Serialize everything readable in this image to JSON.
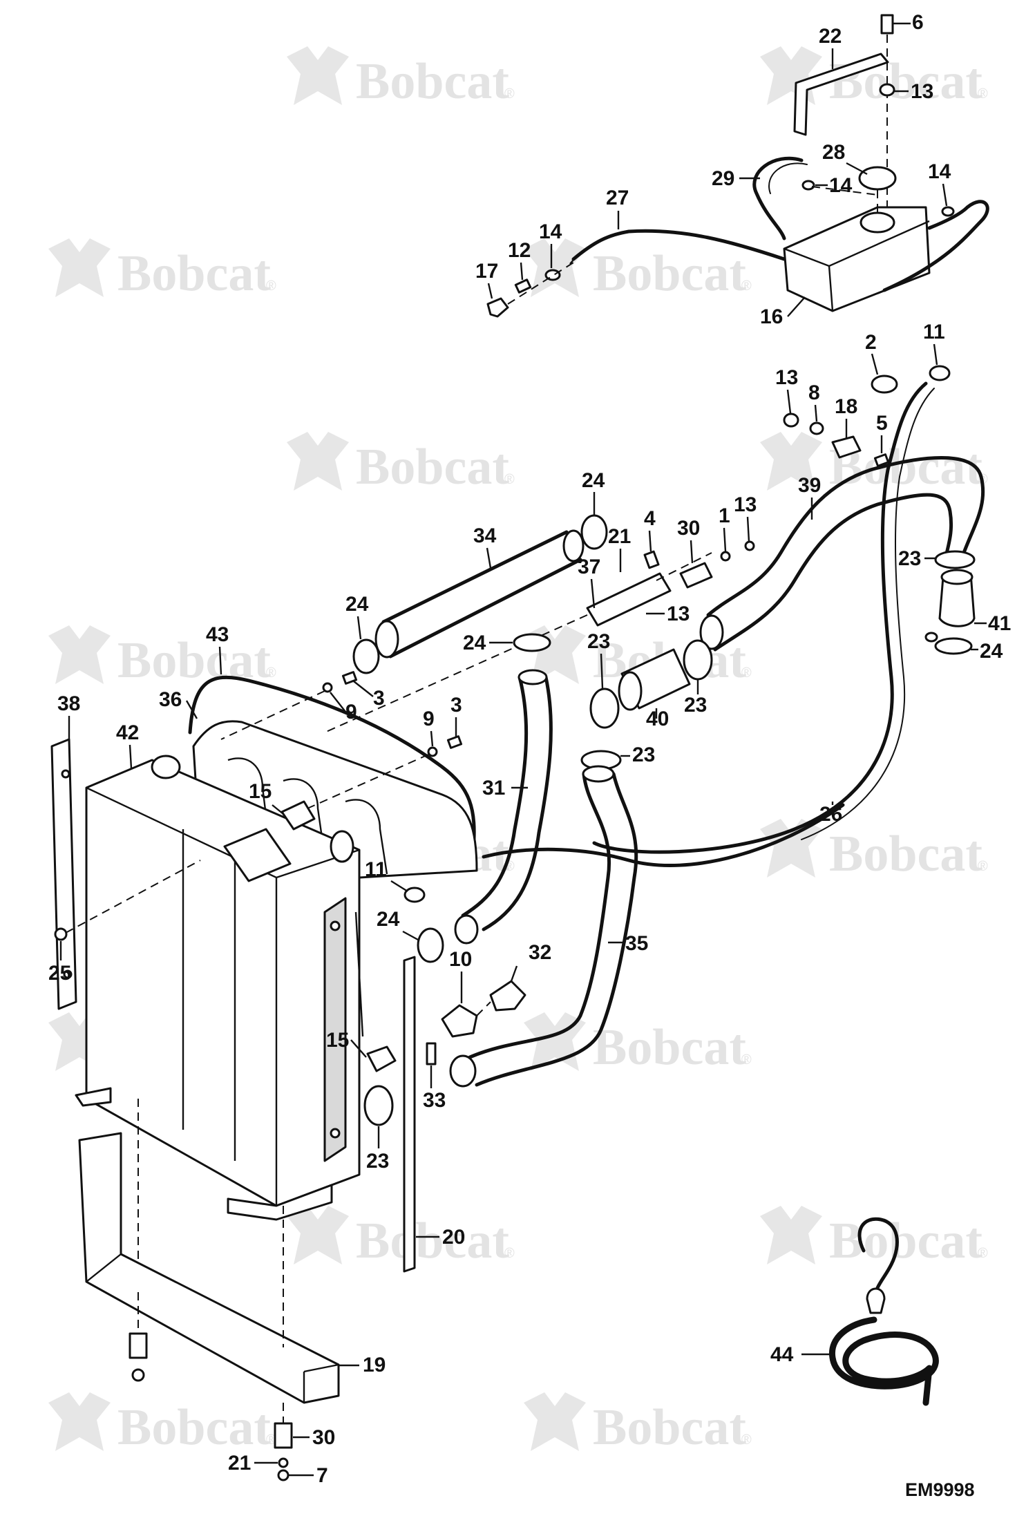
{
  "brand": {
    "watermark_text": "Bobcat",
    "watermark_mark": "®"
  },
  "drawing_code": "EM9998",
  "callouts": [
    {
      "id": "c6",
      "label": "6"
    },
    {
      "id": "c22",
      "label": "22"
    },
    {
      "id": "c13a",
      "label": "13"
    },
    {
      "id": "c28",
      "label": "28"
    },
    {
      "id": "c29",
      "label": "29"
    },
    {
      "id": "c14a",
      "label": "14"
    },
    {
      "id": "c14b",
      "label": "14"
    },
    {
      "id": "c27",
      "label": "27"
    },
    {
      "id": "c14c",
      "label": "14"
    },
    {
      "id": "c12",
      "label": "12"
    },
    {
      "id": "c17",
      "label": "17"
    },
    {
      "id": "c16",
      "label": "16"
    },
    {
      "id": "c2",
      "label": "2"
    },
    {
      "id": "c11a",
      "label": "11"
    },
    {
      "id": "c13b",
      "label": "13"
    },
    {
      "id": "c8",
      "label": "8"
    },
    {
      "id": "c18",
      "label": "18"
    },
    {
      "id": "c5",
      "label": "5"
    },
    {
      "id": "c24a",
      "label": "24"
    },
    {
      "id": "c4",
      "label": "4"
    },
    {
      "id": "c21a",
      "label": "21"
    },
    {
      "id": "c30a",
      "label": "30"
    },
    {
      "id": "c1",
      "label": "1"
    },
    {
      "id": "c13c",
      "label": "13"
    },
    {
      "id": "c39",
      "label": "39"
    },
    {
      "id": "c34",
      "label": "34"
    },
    {
      "id": "c37",
      "label": "37"
    },
    {
      "id": "c13d",
      "label": "13"
    },
    {
      "id": "c23a",
      "label": "23"
    },
    {
      "id": "c41",
      "label": "41"
    },
    {
      "id": "c24b",
      "label": "24"
    },
    {
      "id": "c24c",
      "label": "24"
    },
    {
      "id": "c24d",
      "label": "24"
    },
    {
      "id": "c23b",
      "label": "23"
    },
    {
      "id": "c43",
      "label": "43"
    },
    {
      "id": "c3a",
      "label": "3"
    },
    {
      "id": "c9a",
      "label": "9"
    },
    {
      "id": "c40",
      "label": "40"
    },
    {
      "id": "c23c",
      "label": "23"
    },
    {
      "id": "c36",
      "label": "36"
    },
    {
      "id": "c38",
      "label": "38"
    },
    {
      "id": "c42",
      "label": "42"
    },
    {
      "id": "c9b",
      "label": "9"
    },
    {
      "id": "c3b",
      "label": "3"
    },
    {
      "id": "c23d",
      "label": "23"
    },
    {
      "id": "c15a",
      "label": "15"
    },
    {
      "id": "c31",
      "label": "31"
    },
    {
      "id": "c26",
      "label": "26"
    },
    {
      "id": "c11b",
      "label": "11"
    },
    {
      "id": "c24e",
      "label": "24"
    },
    {
      "id": "c32",
      "label": "32"
    },
    {
      "id": "c35",
      "label": "35"
    },
    {
      "id": "c10",
      "label": "10"
    },
    {
      "id": "c25",
      "label": "25"
    },
    {
      "id": "c15b",
      "label": "15"
    },
    {
      "id": "c33",
      "label": "33"
    },
    {
      "id": "c23e",
      "label": "23"
    },
    {
      "id": "c20",
      "label": "20"
    },
    {
      "id": "c44",
      "label": "44"
    },
    {
      "id": "c19",
      "label": "19"
    },
    {
      "id": "c30b",
      "label": "30"
    },
    {
      "id": "c21b",
      "label": "21"
    },
    {
      "id": "c7",
      "label": "7"
    }
  ]
}
